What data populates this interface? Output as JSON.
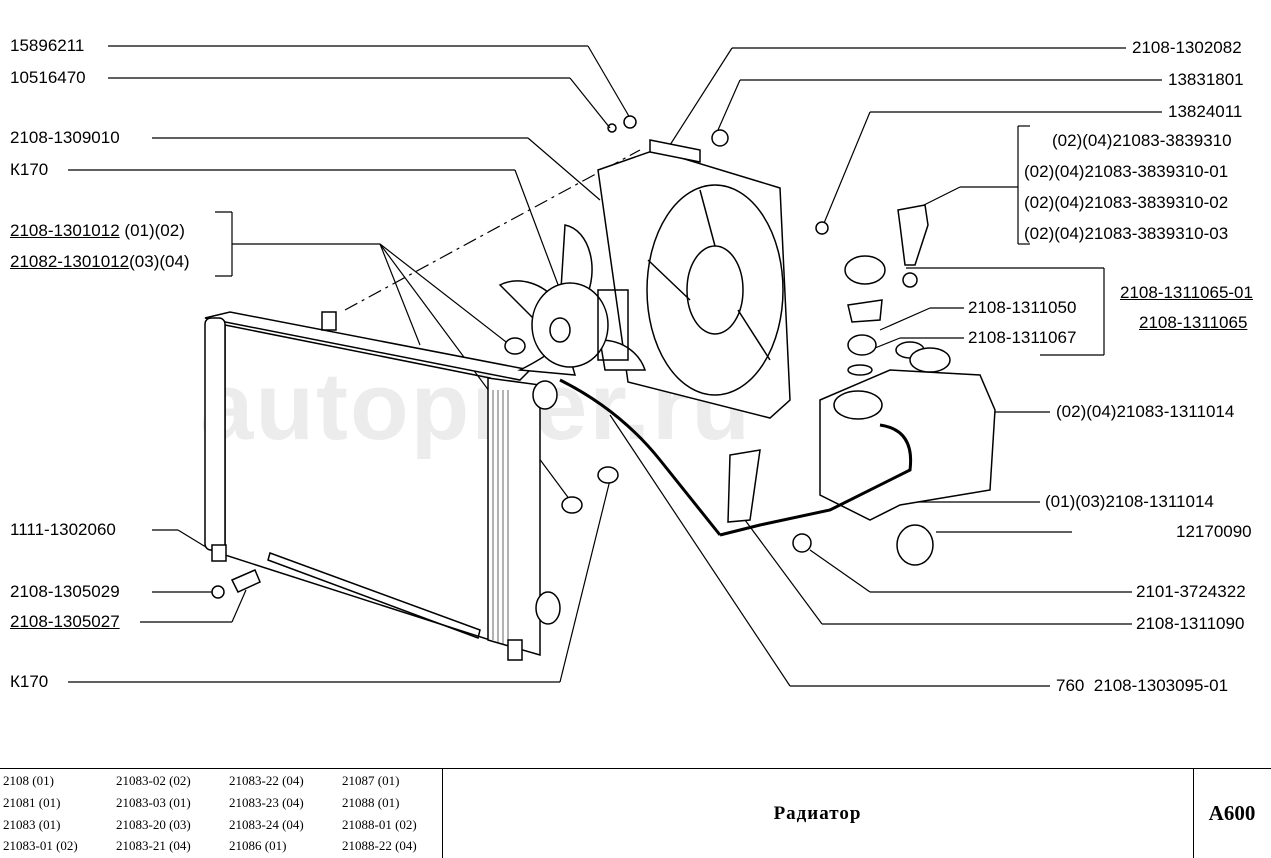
{
  "watermark": "autopiter.ru",
  "labels_left": [
    {
      "id": "l1",
      "text": "15896211"
    },
    {
      "id": "l2",
      "text": "10516470"
    },
    {
      "id": "l3",
      "text": "2108-1309010"
    },
    {
      "id": "l4",
      "text": "К170"
    },
    {
      "id": "l5",
      "text": "2108-1301012",
      "suffix": "(01)(02)"
    },
    {
      "id": "l6",
      "text": "21082-1301012",
      "suffix": "(03)(04)"
    },
    {
      "id": "l7",
      "text": "1111-1302060"
    },
    {
      "id": "l8",
      "text": "2108-1305029"
    },
    {
      "id": "l9",
      "text": "2108-1305027"
    },
    {
      "id": "l10",
      "text": "К170"
    }
  ],
  "labels_right": [
    {
      "id": "r1",
      "text": "2108-1302082"
    },
    {
      "id": "r2",
      "text": "13831801"
    },
    {
      "id": "r3",
      "text": "13824011"
    },
    {
      "id": "r4",
      "text": "(02)(04)21083-3839310"
    },
    {
      "id": "r5",
      "text": "(02)(04)21083-3839310-01"
    },
    {
      "id": "r6",
      "text": "(02)(04)21083-3839310-02"
    },
    {
      "id": "r7",
      "text": "(02)(04)21083-3839310-03"
    },
    {
      "id": "r8",
      "text": "2108-1311065-01"
    },
    {
      "id": "r9",
      "text": "2108-1311065"
    },
    {
      "id": "r10",
      "text": "2108-1311050"
    },
    {
      "id": "r11",
      "text": "2108-1311067"
    },
    {
      "id": "r12",
      "text": "(02)(04)21083-1311014"
    },
    {
      "id": "r13",
      "text": "(01)(03)2108-1311014"
    },
    {
      "id": "r14",
      "text": "12170090"
    },
    {
      "id": "r15",
      "text": "2101-3724322"
    },
    {
      "id": "r16",
      "text": "2108-1311090"
    },
    {
      "id": "r17",
      "text": "760  2108-1303095-01"
    }
  ],
  "footer": {
    "models": [
      [
        "2108 (01)",
        "21083-02 (02)",
        "21083-22 (04)",
        "21087 (01)"
      ],
      [
        "21081 (01)",
        "21083-03 (01)",
        "21083-23 (04)",
        "21088 (01)"
      ],
      [
        "21083 (01)",
        "21083-20 (03)",
        "21083-24 (04)",
        "21088-01 (02)"
      ],
      [
        "21083-01 (02)",
        "21083-21 (04)",
        "21086 (01)",
        "21088-22 (04)"
      ]
    ],
    "title": "Радиатор",
    "code": "А600"
  }
}
